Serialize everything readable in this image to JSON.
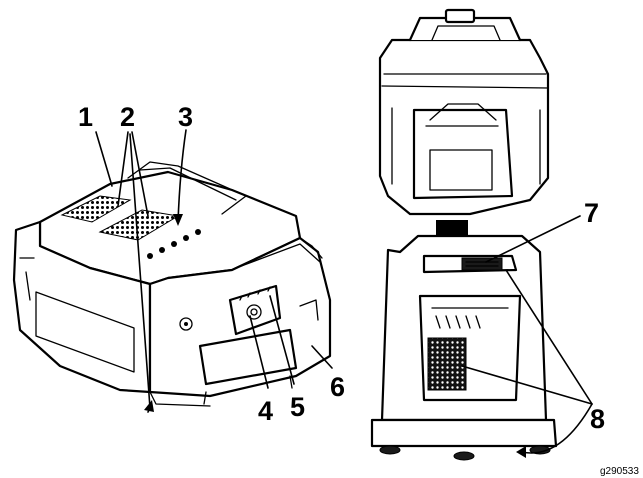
{
  "figure": {
    "callouts": [
      {
        "id": "1",
        "label": "1"
      },
      {
        "id": "2",
        "label": "2"
      },
      {
        "id": "3",
        "label": "3"
      },
      {
        "id": "4",
        "label": "4"
      },
      {
        "id": "5",
        "label": "5"
      },
      {
        "id": "6",
        "label": "6"
      },
      {
        "id": "7",
        "label": "7"
      },
      {
        "id": "8",
        "label": "8"
      }
    ],
    "reference_code": "g290533"
  }
}
